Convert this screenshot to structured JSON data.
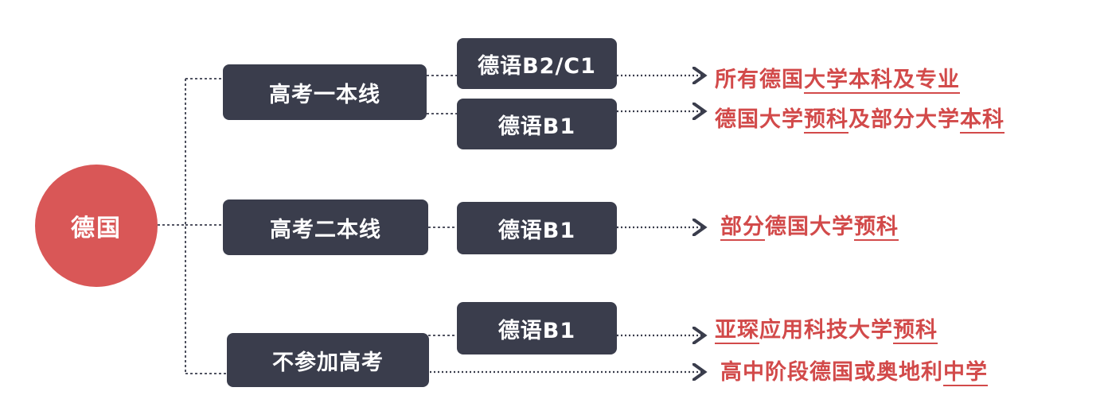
{
  "root": {
    "label": "德国"
  },
  "tracks": [
    {
      "label": "高考一本线"
    },
    {
      "label": "高考二本线"
    },
    {
      "label": "不参加高考"
    }
  ],
  "levels": [
    {
      "label": "德语B2/C1"
    },
    {
      "label": "德语B1"
    },
    {
      "label": "德语B1"
    },
    {
      "label": "德语B1"
    }
  ],
  "outcomes": [
    {
      "plain1": "所有德国",
      "underlined": "大学本科及专业",
      "plain2": ""
    },
    {
      "plain1": "德国大学",
      "underlined": "预科",
      "plain2": "及部分大学",
      "underlined2": "本科"
    },
    {
      "underlined0": "部分",
      "plain1": "德国大学",
      "underlined": "预科"
    },
    {
      "underlined0": "亚琛",
      "plain1": "应用科技大学",
      "underlined": "预科"
    },
    {
      "plain1": "高中阶段德国或奥地利",
      "underlined": "中学"
    }
  ],
  "colors": {
    "node_fill": "#3a3d4c",
    "root_fill": "#d95757",
    "outcome_text": "#d24a4a",
    "connector": "#3a3d4c"
  }
}
